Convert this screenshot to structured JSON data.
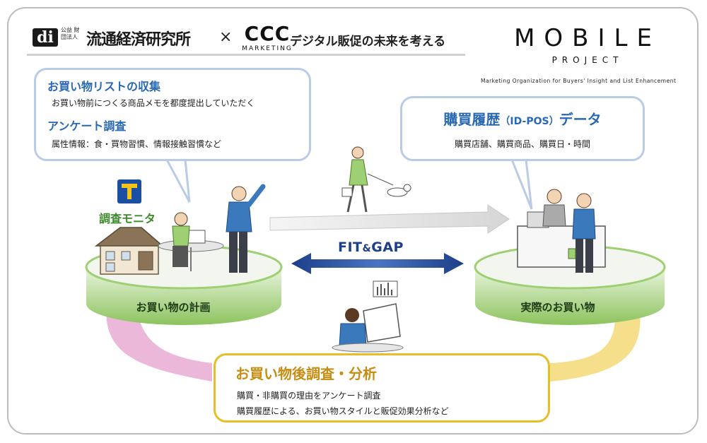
{
  "header": {
    "org_small": "公益 財団法人",
    "org_name": "流通経済研究所",
    "times": "×",
    "ccc_main": "CCC",
    "ccc_sub": "MARKETING",
    "tagline": "デジタル販促の未来を考える"
  },
  "mobile": {
    "title": "MOBILE",
    "subtitle": "PROJECT",
    "description": "Marketing Organization for Buyers' Insight and List Enhancement"
  },
  "bubble_left": {
    "heading1": "お買い物リストの収集",
    "text1": "お買い物前につくる商品メモを都度提出していただく",
    "heading2": "アンケート調査",
    "text2": "属性情報：食・買物習慣、情報接触習慣など"
  },
  "bubble_right": {
    "heading_main": "購買履歴",
    "heading_paren": "（ID-POS）",
    "heading_tail": "データ",
    "text": "購買店舗、購買商品、購買日・時間"
  },
  "bubble_bottom": {
    "heading": "お買い物後調査・分析",
    "text1": "購買・非購買の理由をアンケート調査",
    "text2": "購買履歴による、お買い物スタイルと販促効果分析など"
  },
  "labels": {
    "monitor": "調査モニタ",
    "disk_left": "お買い物の計画",
    "disk_right": "実際のお買い物",
    "fitgap_a": "FIT",
    "fitgap_amp": "&",
    "fitgap_b": "GAP"
  },
  "colors": {
    "blue_heading": "#2868b5",
    "green_disk": "#9fcf73",
    "gold_heading": "#c68d12",
    "bubble_border": "#b9cbe6",
    "bottom_border": "#e7bd2a",
    "arrow_navy": "#1d3f8a"
  }
}
